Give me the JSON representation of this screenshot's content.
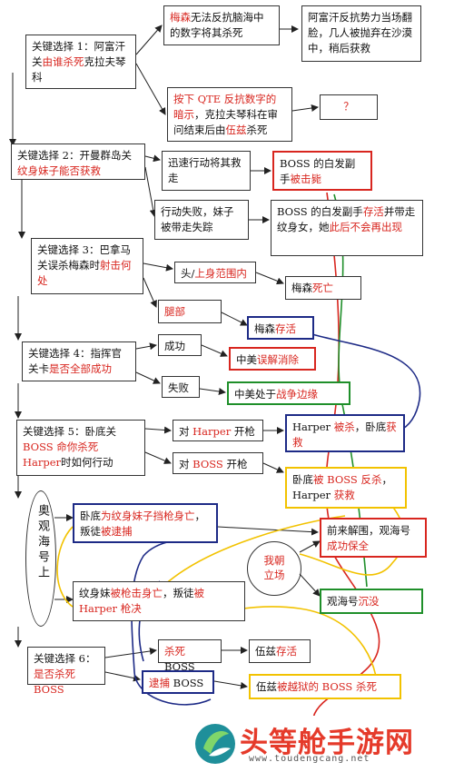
{
  "nodes": {
    "k1": {
      "a": "关键选择 1：阿富汗关",
      "b": "由谁杀死",
      "c": "克拉夫琴科"
    },
    "n1": {
      "a": "梅森",
      "b": "无法反抗脑海中的数字将其杀死"
    },
    "n2": {
      "a": "阿富汗反抗势力当场翻脸，几人被抛弃在沙漠中，稍后获救"
    },
    "n3": {
      "a": "按下 QTE 反抗数字的",
      "b": "暗示",
      "c": "，克拉夫琴科在审问结束后由",
      "d": "伍兹",
      "e": "杀死"
    },
    "n4": {
      "a": "？"
    },
    "k2": {
      "a": "关键选择 2：开曼群岛关",
      "b": "纹身妹子能否获救"
    },
    "n5": {
      "a": "迅速行动将其救走"
    },
    "n6": {
      "a": "BOSS 的白发副手",
      "b": "被击毙"
    },
    "n7": {
      "a": "行动失败，妹子被带走失踪"
    },
    "n8": {
      "a": "BOSS 的白发副手",
      "b": "存活",
      "c": "并带走纹身女，她",
      "d": "此后不会再出现"
    },
    "k3": {
      "a": "关键选择 3：巴拿马关误杀梅森时",
      "b": "射击何处"
    },
    "n9": {
      "a": "头/",
      "b": "上身范围内"
    },
    "n10": {
      "a": "梅森",
      "b": "死亡"
    },
    "n11": {
      "a": "腿部"
    },
    "n12": {
      "a": "梅森",
      "b": "存活"
    },
    "k4": {
      "a": "关键选择 4：指挥官关卡",
      "b": "是否全部成功"
    },
    "n13": {
      "a": "成功"
    },
    "n14": {
      "a": "中美",
      "b": "误解消除"
    },
    "n15": {
      "a": "失败"
    },
    "n16": {
      "a": "中美处于",
      "b": "战争边缘"
    },
    "k5": {
      "a": "关键选择 5：卧底关",
      "b": "BOSS 命你杀死 Harper",
      "c": "时如何行动"
    },
    "n17": {
      "a": "对 ",
      "b": "Harper",
      "c": " 开枪"
    },
    "n18": {
      "a": "Harper ",
      "b": "被杀",
      "c": "，卧底",
      "d": "获救"
    },
    "n19": {
      "a": "对 ",
      "b": "BOSS",
      "c": " 开枪"
    },
    "n20": {
      "a": "卧底",
      "b": "被 BOSS 反杀",
      "c": "，Harper ",
      "d": "获救"
    },
    "side": {
      "a": "奥观海号上"
    },
    "n21": {
      "a": "卧底",
      "b": "为纹身妹子挡枪身亡",
      "c": "，叛徒",
      "d": "被逮捕"
    },
    "n22": {
      "a": "前来解围，观海号",
      "b": "成功保全"
    },
    "oval": {
      "a": "我朝",
      "b": "立场"
    },
    "n23": {
      "a": "纹身妹",
      "b": "被枪击身亡",
      "c": "，叛徒",
      "d": "被 Harper 枪决"
    },
    "n24": {
      "a": "观海号",
      "b": "沉没"
    },
    "k6": {
      "a": "关键选择 6：",
      "b": "是否杀死 BOSS"
    },
    "n25": {
      "a": "杀死",
      "b": " BOSS"
    },
    "n26": {
      "a": "伍兹",
      "b": "存活"
    },
    "n27": {
      "a": "逮捕",
      "b": " BOSS"
    },
    "n28": {
      "a": "伍兹",
      "b": "被越狱的 BOSS 杀死"
    }
  },
  "brand": {
    "title": "头等舱手游网",
    "url": "www.toudengcang.net"
  },
  "colors": {
    "red": "#d8261f",
    "navy": "#1d2a86",
    "green": "#1f8f2a",
    "yellow": "#f2c200",
    "brand": "#e53a2a"
  }
}
